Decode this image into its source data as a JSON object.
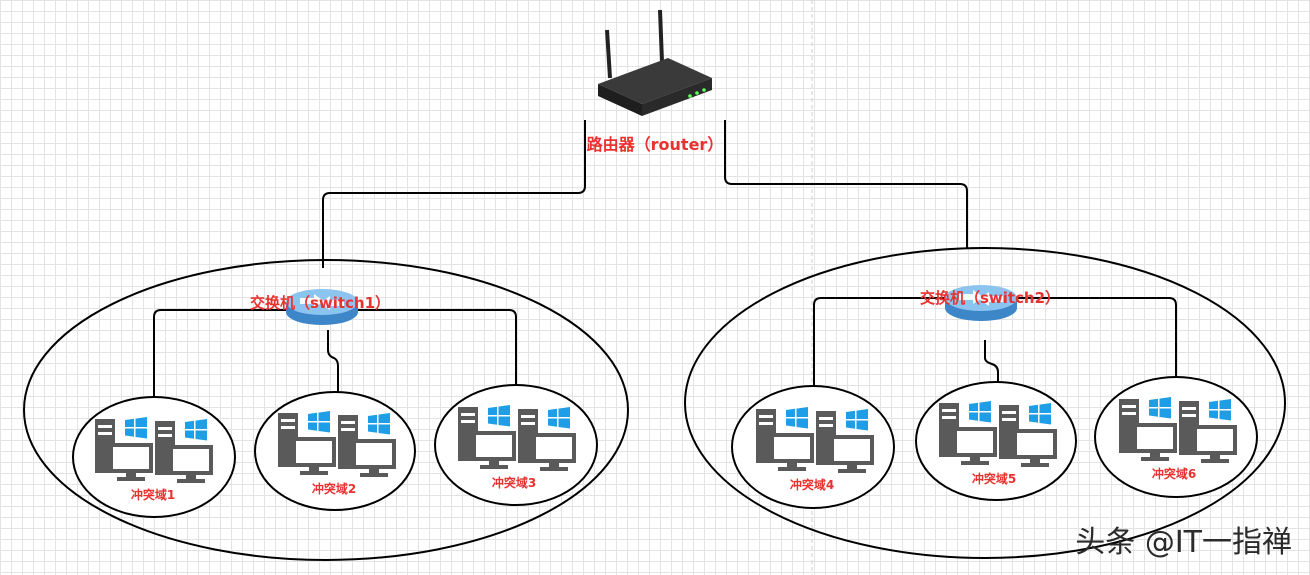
{
  "router": {
    "label": "路由器（router）"
  },
  "switches": [
    {
      "label": "交换机（switch1）"
    },
    {
      "label": "交换机（switch2）"
    }
  ],
  "domains": [
    {
      "label": "冲突域1"
    },
    {
      "label": "冲突域2"
    },
    {
      "label": "冲突域3"
    },
    {
      "label": "冲突域4"
    },
    {
      "label": "冲突域5"
    },
    {
      "label": "冲突域6"
    }
  ],
  "watermark": "头条 @IT一指禅",
  "colors": {
    "label_red": "#e8322f",
    "windows_blue": "#1f9ee8",
    "computer_gray": "#5a5a5a",
    "switch_blue": "#5aa9e6"
  }
}
